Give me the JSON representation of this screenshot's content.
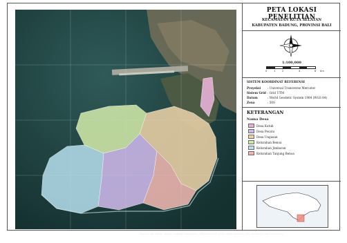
{
  "map": {
    "title": "PETA LOKASI PENELITIAN",
    "subtitle_1": "KECAMATAN KUTA SELATAN",
    "subtitle_2": "KABUPATEN BADUNG, PROVINSI BALI",
    "scale": "1:100,000",
    "scale_ticks": [
      "0",
      "1",
      "2",
      "4",
      "6",
      "Km"
    ],
    "reference_system": {
      "title": "SISTEM KOORDINAT REFERENSI",
      "rows": [
        {
          "label": "Proyeksi",
          "value": ": Universal Transverse Mercator"
        },
        {
          "label": "Sistem Grid",
          "value": ": Grid UTM"
        },
        {
          "label": "Datum",
          "value": ": World Geodetic System 1984 (WGS 84)"
        },
        {
          "label": "Zona",
          "value": ": 50S"
        }
      ]
    },
    "legend": {
      "title": "KETERANGAN",
      "subtitle": "Nama Desa",
      "items": [
        {
          "label": "Desa Kutuh",
          "color": "#e7b1d6"
        },
        {
          "label": "Desa Pecatu",
          "color": "#cdb8ea"
        },
        {
          "label": "Desa Ungasan",
          "color": "#ead1a6"
        },
        {
          "label": "Kelurahan Benoa",
          "color": "#cfe8a8"
        },
        {
          "label": "Kelurahan Jimbaran",
          "color": "#b7e0ef"
        },
        {
          "label": "Kelurahan Tanjung Benoa",
          "color": "#f0b7b0"
        }
      ]
    },
    "attribution": "Sources: Esri, Maxar, GeoEye, Earthstar Geographics, CNES/Airbus DS, USDA, USGS, AeroGRID, IGN, and the GIS User Community",
    "colors": {
      "sea": "#1d3a3b",
      "sea_light": "#2f5a58",
      "frame": "#555555"
    }
  }
}
